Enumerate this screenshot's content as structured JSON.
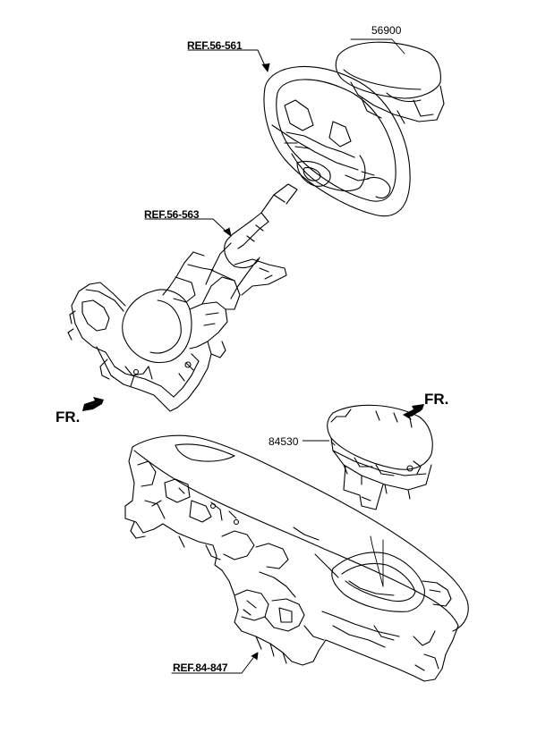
{
  "labels": {
    "ref_steering_wheel": "REF.56-561",
    "ref_steering_column": "REF.56-563",
    "ref_crash_pad": "REF.84-847",
    "part_driver_airbag": "56900",
    "part_passenger_airbag": "84530",
    "front_left": "FR.",
    "front_right": "FR."
  },
  "colors": {
    "line": "#000000",
    "background": "#ffffff"
  }
}
